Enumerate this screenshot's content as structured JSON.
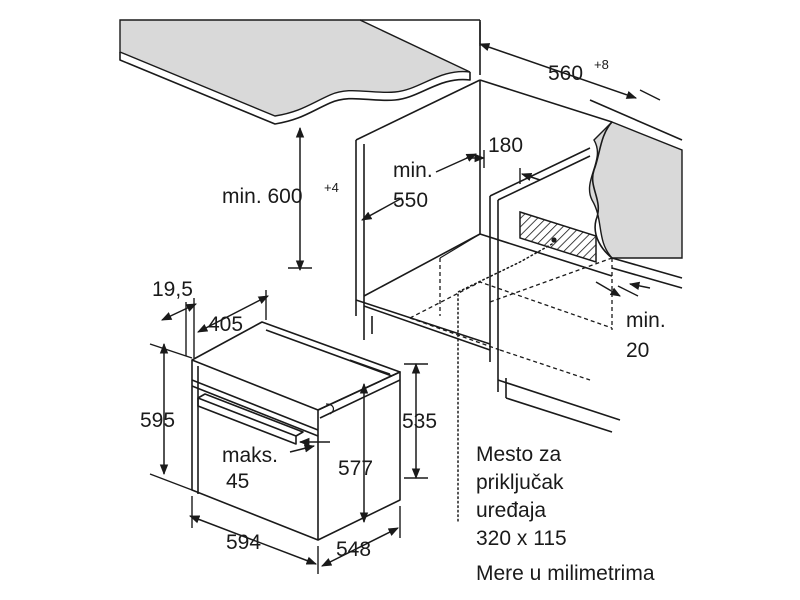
{
  "dimensions": {
    "cabinet_width": {
      "value": "560",
      "suffix": "+8"
    },
    "cabinet_height": {
      "prefix": "min. 600",
      "suffix": "+4"
    },
    "cabinet_depth": {
      "line1": "min.",
      "line2": "550"
    },
    "rear_gap": "180",
    "bottom_clearance": {
      "line1": "min.",
      "line2": "20"
    },
    "front_offset": "19,5",
    "handle_depth": "405",
    "oven_height": "595",
    "body_height": "535",
    "inner_height": "577",
    "front_gap": {
      "line1": "maks.",
      "line2": "45"
    },
    "oven_width": "594",
    "oven_depth": "548"
  },
  "connection_note": {
    "line1": "Mesto za",
    "line2": "priključak",
    "line3": "uređaja",
    "line4": "320 x 115"
  },
  "units_note": "Mere u milimetrima"
}
